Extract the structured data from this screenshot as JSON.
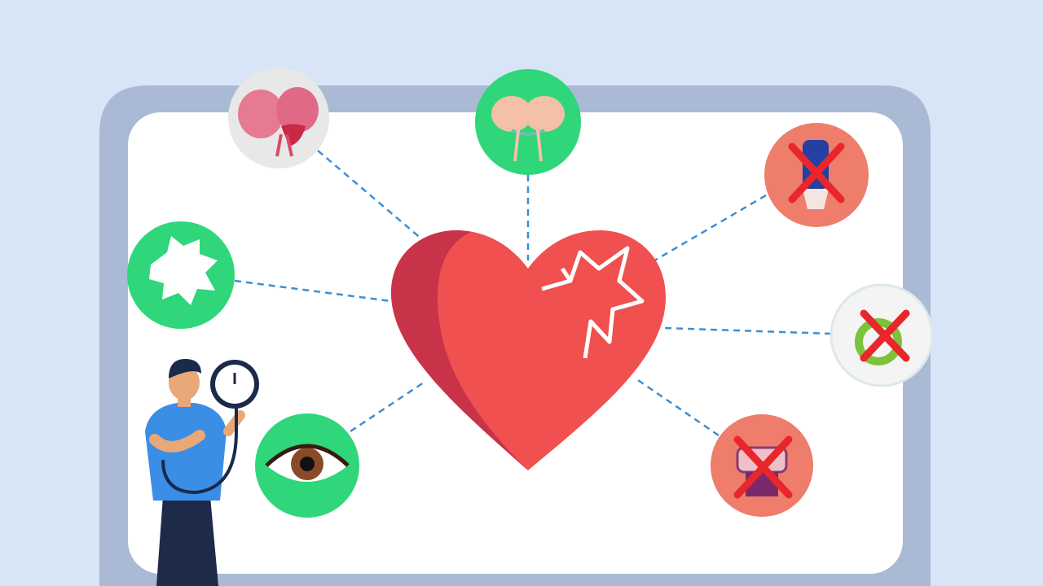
{
  "colors": {
    "background": "#d7e5f6",
    "frame": "#aab9d4",
    "panel": "#ffffff",
    "heart_light": "#f0504f",
    "heart_dark": "#c8334a",
    "connector": "#3a8fd6",
    "green_badge": "#2fd67a",
    "warning_badge": "#ee7d6c",
    "cross": "#e8262b"
  },
  "icons": [
    {
      "id": "brain-kidney",
      "bg": "#e8e8e8",
      "crossed": false
    },
    {
      "id": "brain",
      "bg": "#2fd67a",
      "crossed": false
    },
    {
      "id": "pill-bottle",
      "bg": "#ee7d6c",
      "crossed": true
    },
    {
      "id": "green-ring",
      "bg": "#f4f4f4",
      "crossed": true
    },
    {
      "id": "organ-kidney",
      "bg": "#ee7d6c",
      "crossed": true
    },
    {
      "id": "eye",
      "bg": "#2fd67a",
      "crossed": false
    },
    {
      "id": "virus-splat",
      "bg": "#2fd67a",
      "crossed": false
    }
  ]
}
